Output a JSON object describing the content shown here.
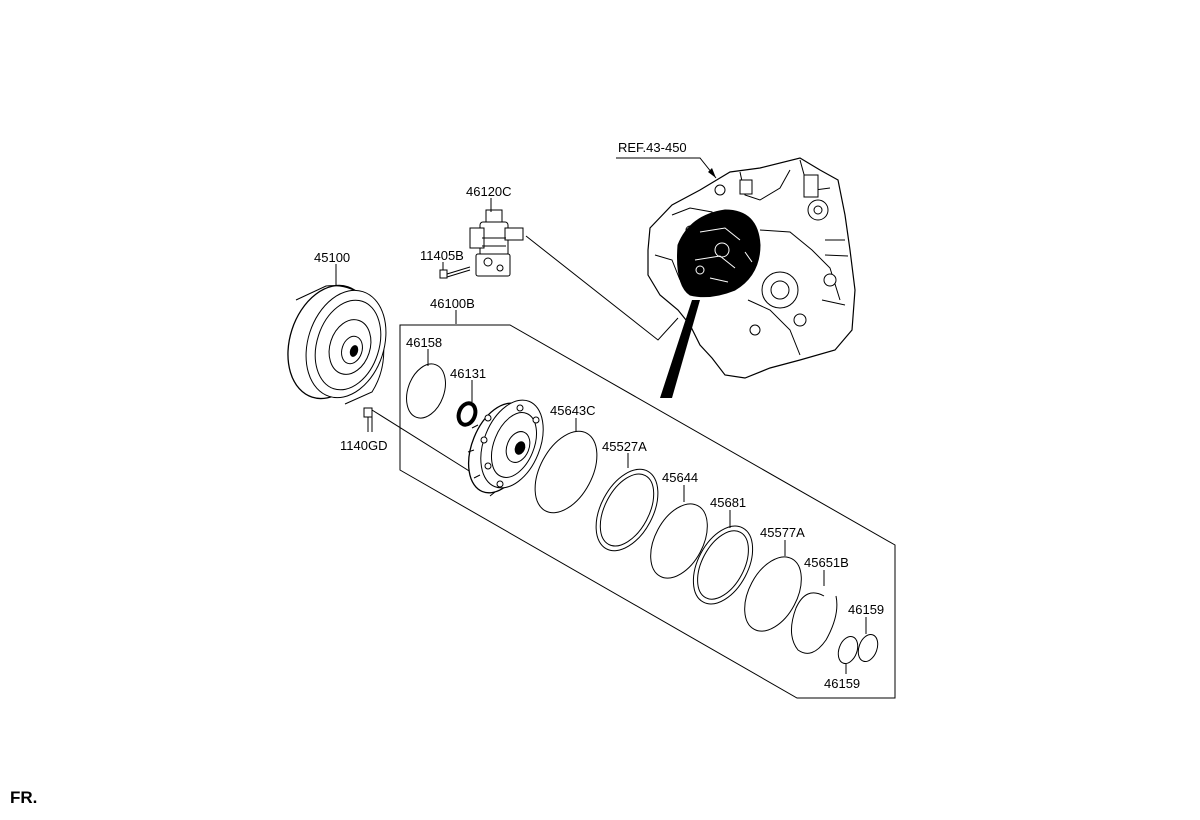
{
  "labels": {
    "ref": "REF.43-450",
    "p46120c": "46120C",
    "p11405b": "11405B",
    "p45100": "45100",
    "p46100b": "46100B",
    "p46158": "46158",
    "p46131": "46131",
    "p1140gd": "1140GD",
    "p45643c": "45643C",
    "p45527a": "45527A",
    "p45644": "45644",
    "p45681": "45681",
    "p45577a": "45577A",
    "p45651b": "45651B",
    "p46159_top": "46159",
    "p46159_bottom": "46159"
  },
  "footer": {
    "direction": "FR."
  }
}
